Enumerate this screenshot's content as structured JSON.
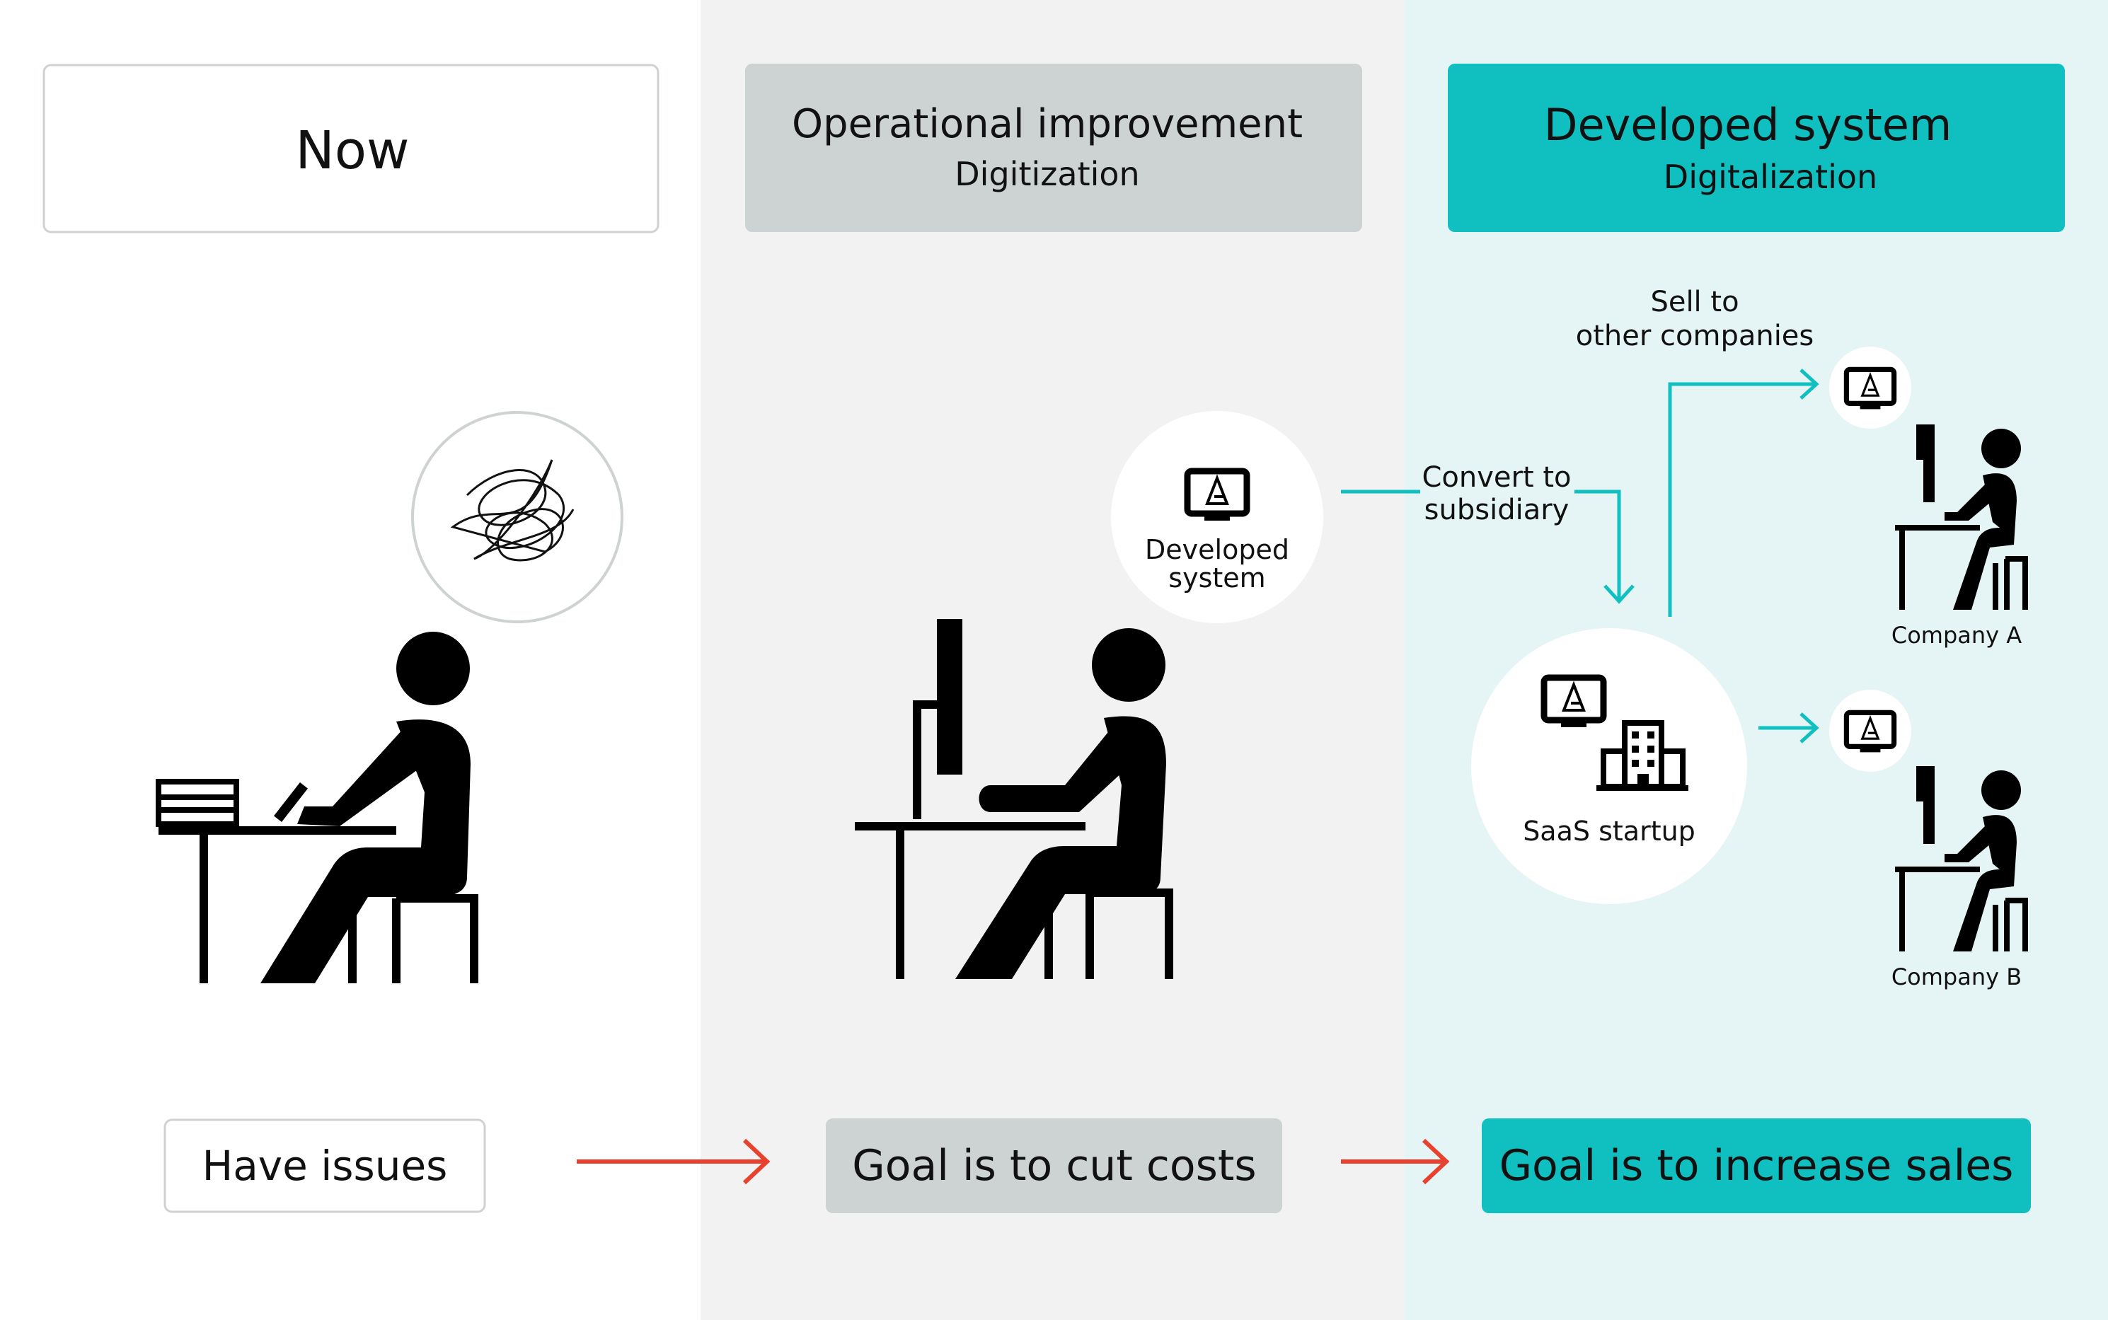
{
  "columns": {
    "now": {
      "title": "Now",
      "status": "Have issues"
    },
    "operational": {
      "title": "Operational improvement",
      "subtitle": "Digitization",
      "status": "Goal is to cut costs"
    },
    "developed": {
      "title": "Developed system",
      "subtitle": "Digitalization",
      "status": "Goal is to increase sales"
    }
  },
  "labels": {
    "developed_bubble_line1": "Developed",
    "developed_bubble_line2": "system",
    "convert_line1": "Convert to",
    "convert_line2": "subsidiary",
    "sell_line1": "Sell to",
    "sell_line2": "other companies",
    "saas": "SaaS startup",
    "company_a": "Company A",
    "company_b": "Company B"
  },
  "colors": {
    "teal": "#10bfc0",
    "teal_bg": "#e5f4f4",
    "gray_bg": "#f2f2f2",
    "gray_box": "#cdd3d2",
    "red_arrow": "#e8412e",
    "ink": "#000000"
  },
  "icons": [
    "scribble-icon",
    "monitor-icon",
    "building-icon",
    "person-writing-icon",
    "person-computer-icon"
  ]
}
